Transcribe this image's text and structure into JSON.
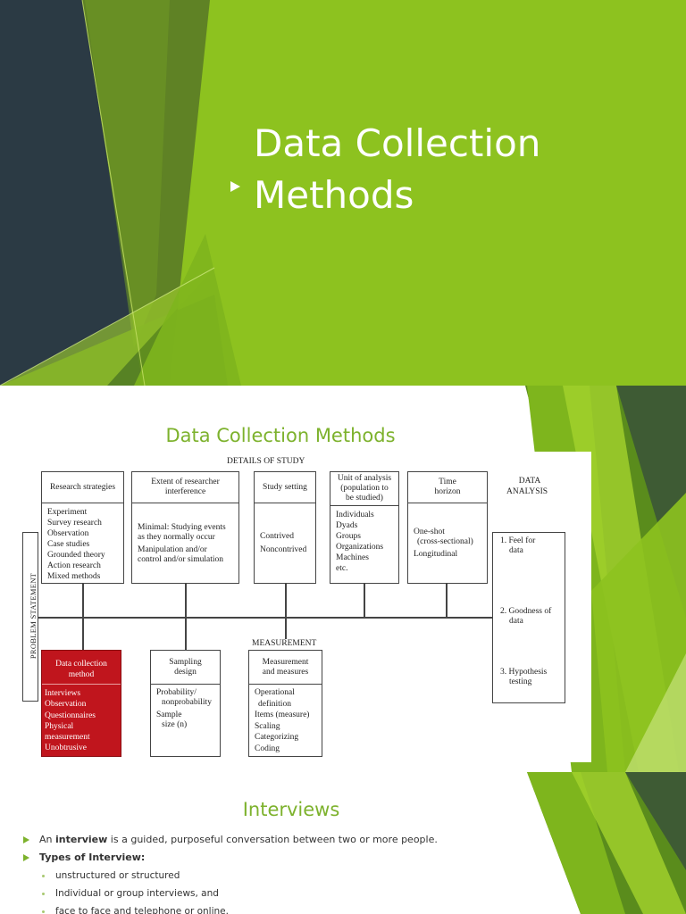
{
  "colors": {
    "accent_green": "#8dc21f",
    "dark_slate": "#2b3a44",
    "title_green": "#7db22d",
    "red_box": "#c0151d"
  },
  "slide1": {
    "title_line1": "Data Collection",
    "title_line2": "Methods"
  },
  "slide2": {
    "title": "Data Collection Methods",
    "figure": {
      "details_of_study": "DETAILS OF STUDY",
      "problem_statement": "PROBLEM STATEMENT",
      "research_strategies": {
        "header": "Research strategies",
        "items": [
          "Experiment",
          "Survey research",
          "Observation",
          "Case studies",
          "Grounded theory",
          "Action research",
          "Mixed methods"
        ]
      },
      "extent": {
        "header_line1": "Extent of researcher",
        "header_line2": "interference",
        "items": [
          "Minimal: Studying events",
          "as they normally occur",
          "Manipulation and/or",
          "control and/or simulation"
        ]
      },
      "study_setting": {
        "header": "Study setting",
        "items": [
          "Contrived",
          "Noncontrived"
        ]
      },
      "unit_of_analysis": {
        "header_line1": "Unit of analysis",
        "header_line2": "(population to",
        "header_line3": "be studied)",
        "items": [
          "Individuals",
          "Dyads",
          "Groups",
          "Organizations",
          "Machines",
          "etc."
        ]
      },
      "time_horizon": {
        "header_line1": "Time",
        "header_line2": "horizon",
        "items": [
          "One-shot",
          "(cross-sectional)",
          "Longitudinal"
        ]
      },
      "data_analysis": {
        "label_line1": "DATA",
        "label_line2": "ANALYSIS",
        "items": [
          "1. Feel for",
          "data",
          "2. Goodness of",
          "data",
          "3. Hypothesis",
          "testing"
        ]
      },
      "data_collection_method": {
        "header_line1": "Data collection",
        "header_line2": "method",
        "items": [
          "Interviews",
          "Observation",
          "Questionnaires",
          "Physical measurement",
          "Unobtrusive"
        ]
      },
      "sampling_design": {
        "header_line1": "Sampling",
        "header_line2": "design",
        "items": [
          "Probability/",
          "nonprobability",
          "Sample",
          "size (n)"
        ]
      },
      "measurement_label": "MEASUREMENT",
      "measurement": {
        "header_line1": "Measurement",
        "header_line2": "and measures",
        "items": [
          "Operational",
          "definition",
          "Items (measure)",
          "Scaling",
          "Categorizing",
          "Coding"
        ]
      }
    }
  },
  "slide3": {
    "title": "Interviews",
    "bullet1_pre": "An ",
    "bullet1_bold": "interview",
    "bullet1_post": " is a guided, purposeful conversation between two or more people.",
    "bullet2_bold": "Types of Interview:",
    "sub_items": [
      "unstructured or structured",
      "Individual or group interviews, and",
      "face to face and telephone or online."
    ]
  }
}
